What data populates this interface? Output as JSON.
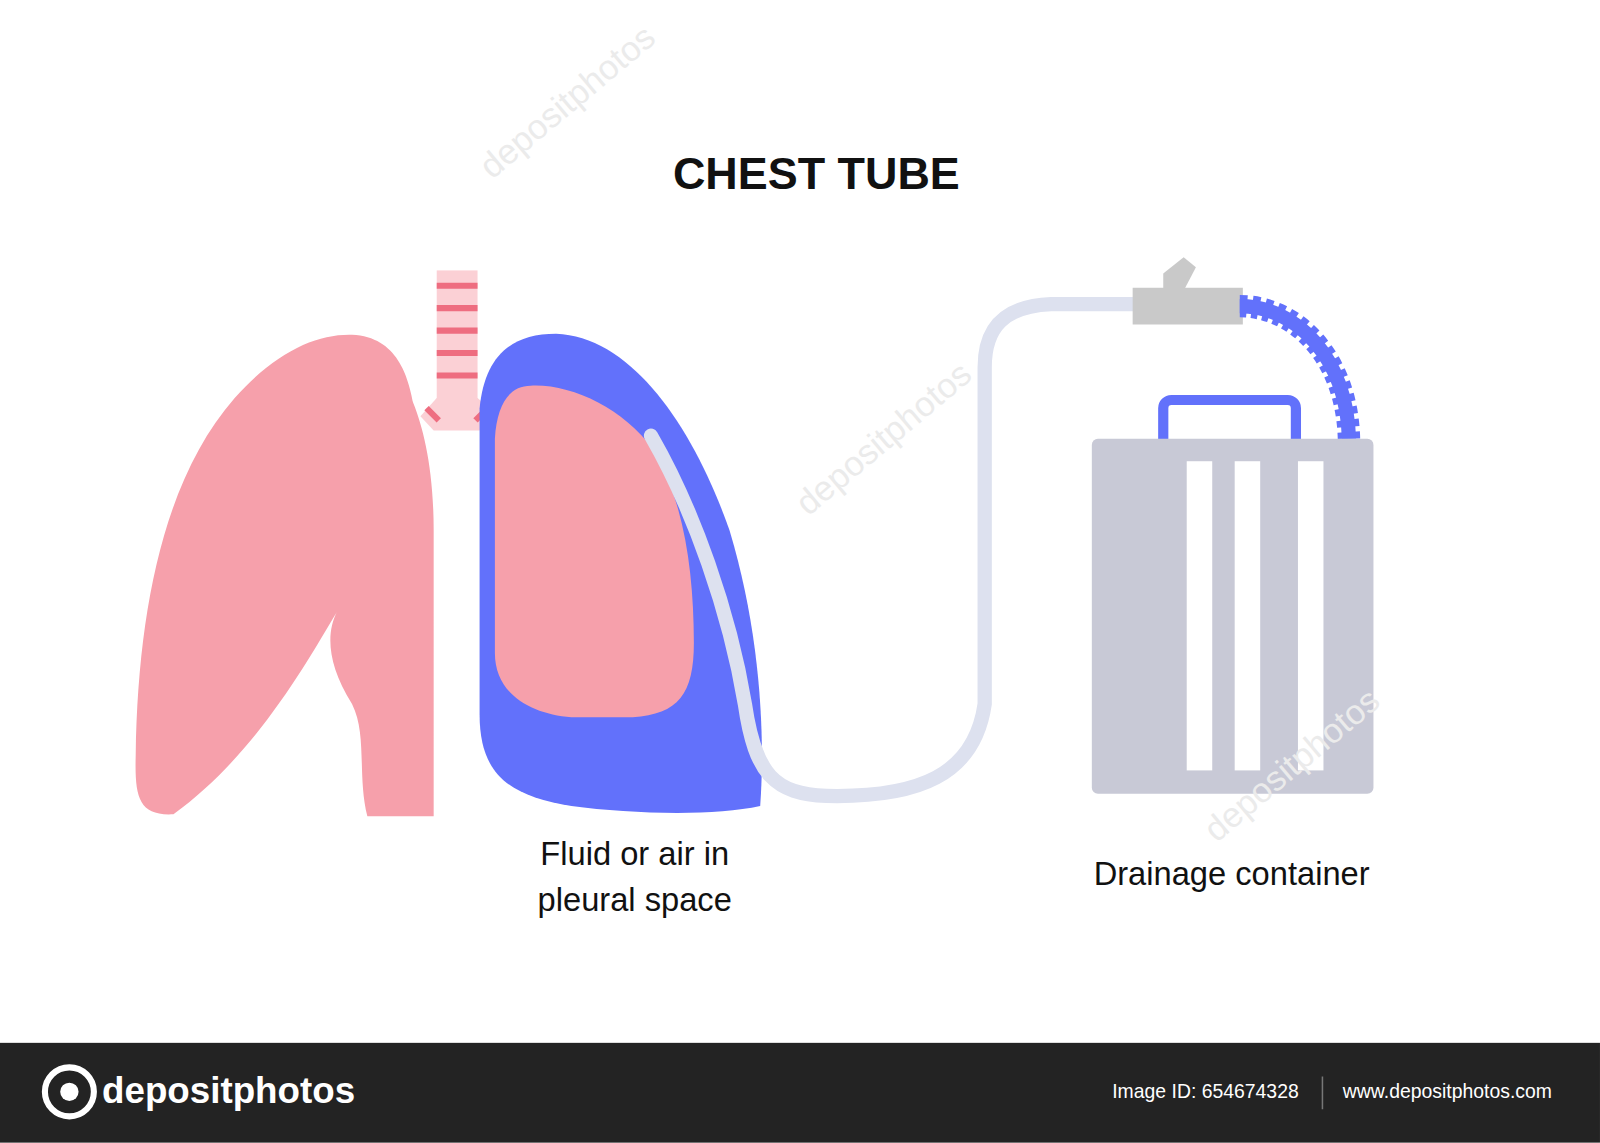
{
  "diagram": {
    "title": "CHEST TUBE",
    "labels": [
      "Fluid or air in pleural space",
      "Drainage container",
      "depositphotos",
      "Image ID: 654674328",
      "www.depositphotos.com",
      "depositphotos",
      "depositphotos",
      "depositphotos"
    ]
  }
}
